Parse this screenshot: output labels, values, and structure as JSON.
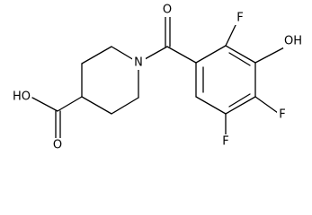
{
  "molecule": {
    "atom_labels": {
      "oxygen_carbonyl_top": "O",
      "nitrogen_ring": "N",
      "fluorine_top": "F",
      "hydroxyl": "OH",
      "fluorine_right": "F",
      "fluorine_bottom": "F",
      "carboxylic_oh": "HO",
      "oxygen_carboxyl_bottom": "O"
    }
  }
}
